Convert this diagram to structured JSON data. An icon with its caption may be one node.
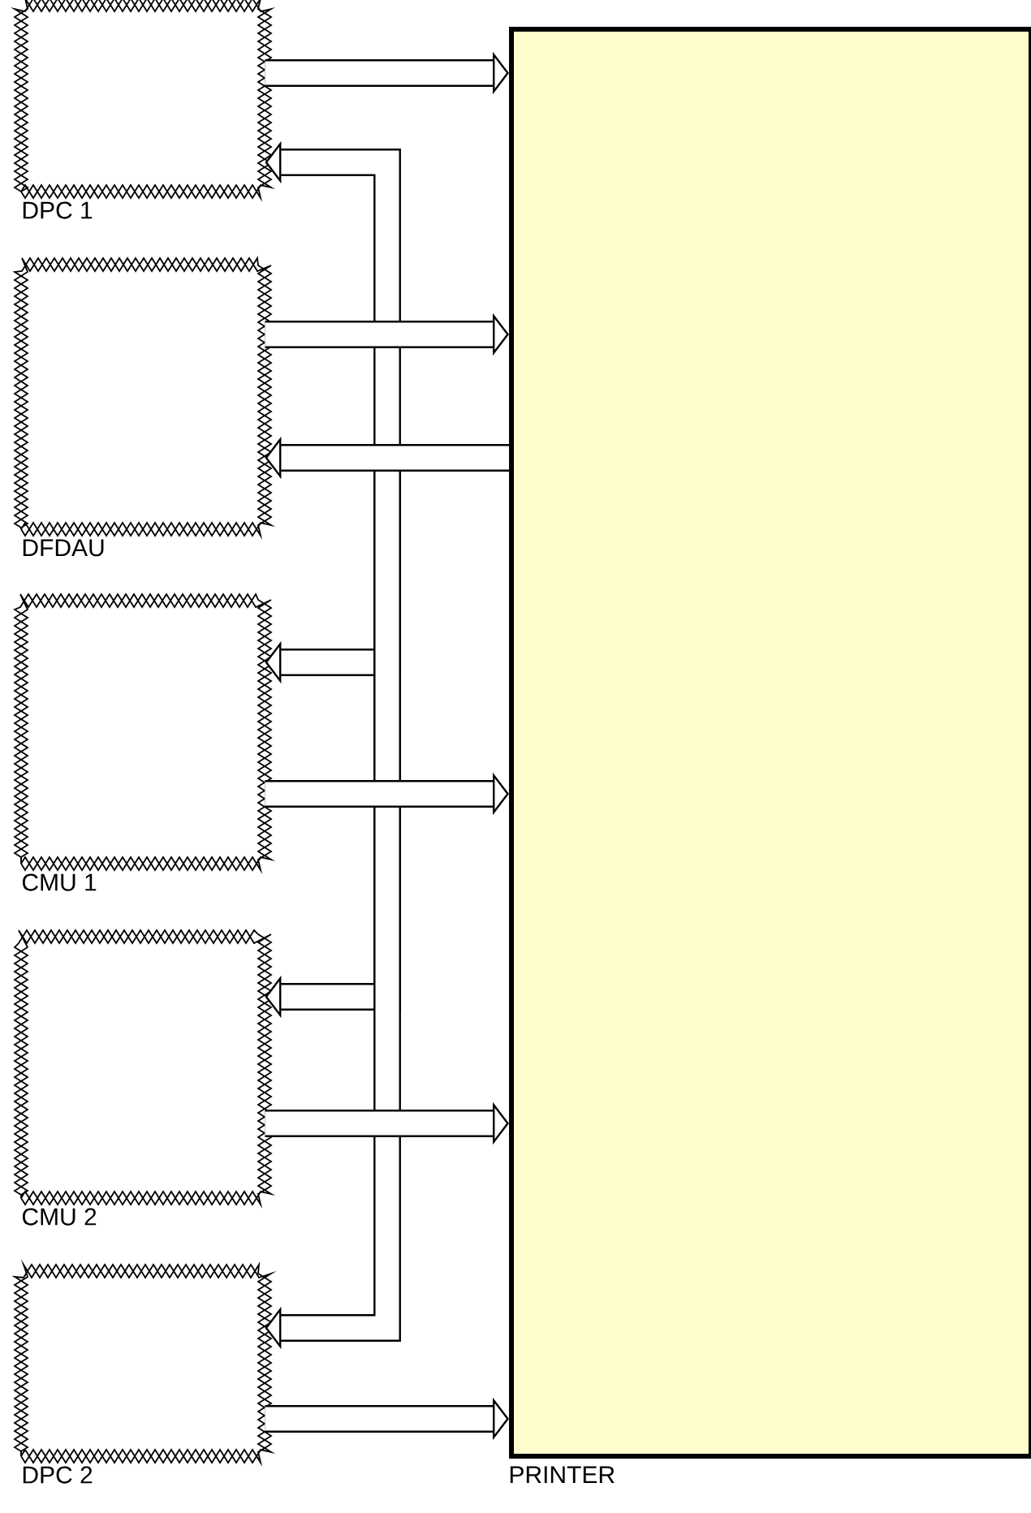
{
  "diagram": {
    "nodes": [
      {
        "text": [],
        "shape": "box",
        "beside": [
          "DPC 1"
        ]
      },
      {
        "text": [],
        "shape": "box",
        "beside": [
          "DFDAU"
        ]
      },
      {
        "text": [],
        "shape": "box",
        "beside": [
          "CMU 1"
        ]
      },
      {
        "text": [],
        "shape": "box",
        "beside": [
          "CMU 2"
        ]
      },
      {
        "text": [],
        "shape": "box",
        "beside": [
          "DPC 2"
        ]
      },
      {
        "text": [],
        "shape": "box",
        "beside": [
          "PRINTER"
        ]
      }
    ],
    "edges": [
      {
        "from": 0,
        "to": 5,
        "arrow": "to"
      },
      {
        "from": 5,
        "to": 0,
        "arrow": "to"
      },
      {
        "from": 1,
        "to": 5,
        "arrow": "to"
      },
      {
        "from": 5,
        "to": 1,
        "arrow": "to"
      },
      {
        "from": 5,
        "to": 2,
        "arrow": "to"
      },
      {
        "from": 2,
        "to": 5,
        "arrow": "to"
      },
      {
        "from": 5,
        "to": 3,
        "arrow": "to"
      },
      {
        "from": 3,
        "to": 5,
        "arrow": "to"
      },
      {
        "from": 5,
        "to": 4,
        "arrow": "to"
      },
      {
        "from": 4,
        "to": 5,
        "arrow": "to"
      }
    ]
  }
}
